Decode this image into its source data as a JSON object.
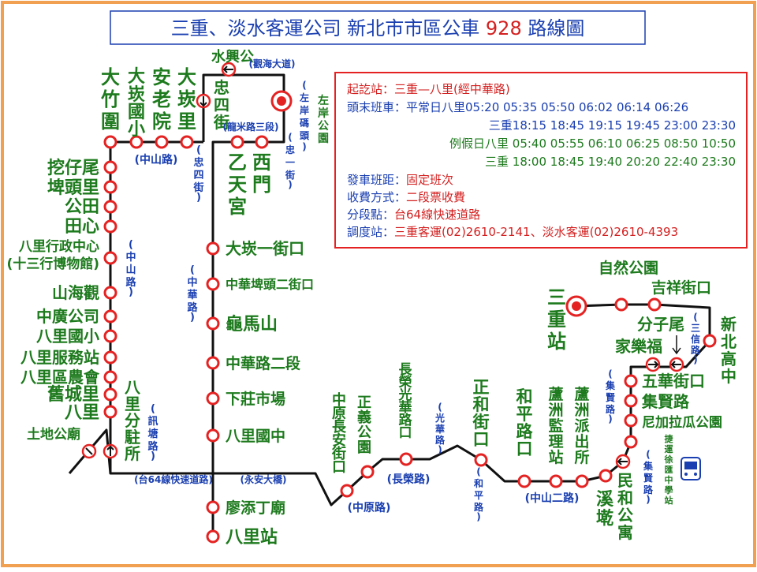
{
  "title": {
    "prefix": "三重、淡水客運公司  新北市市區公車 ",
    "number": "928",
    "suffix": " 路線圖"
  },
  "colors": {
    "stop": "#e52222",
    "station_label": "#1d7a1d",
    "road_label": "#1a3fb0",
    "frame": "#f0a050"
  },
  "info": {
    "start_end_label": "起訖站：",
    "start_end_value": "三重—八里(經中華路)",
    "first_last_label": "頭末班車：",
    "weekday_bali": "平常日八里05:20 05:35 05:50 06:02 06:14 06:26",
    "weekday_sanchong": "三重18:15 18:45 19:15 19:45 23:00 23:30",
    "holiday_bali": "例假日八里 05:40 05:55 06:10 06:25 08:50 10:50",
    "holiday_sanchong": "三重 18:00 18:45 19:40 20:20 22:40 23:30",
    "interval_label": "發車班距：",
    "interval_value": "固定班次",
    "fare_label": "收費方式：",
    "fare_value": "二段票收費",
    "section_label": "分段點：",
    "section_value": "台64線快速道路",
    "dispatch_label": "調度站：",
    "dispatch_value": "三重客運(02)2610-2141、淡水客運(02)2610-4393"
  },
  "stations": {
    "dazhuwei": "大竹圍",
    "dakanguoxiao": "大崁國小",
    "anlaoyuan": "安老院",
    "dakanli": "大崁里",
    "zhongsijie": "忠四街",
    "shuixinggong": "水興公",
    "zuoanmatou": "(左岸碼頭)",
    "zuoangongyuan": "左岸公園",
    "yitiangong": "乙天宮",
    "ximen": "西門",
    "wazaiwei": "挖仔尾",
    "pitouli": "埤頭里",
    "gongtian": "公田",
    "tianxin": "田心",
    "baliadmin1": "八里行政中心",
    "baliadmin2": "(十三行博物館)",
    "shanhaiguan": "山海觀",
    "zhongguangongsi": "中廣公司",
    "baliguoxiao": "八里國小",
    "balifuwuzhan": "八里服務站",
    "balinonghui": "八里區農會",
    "jiuchengli": "舊城里",
    "bali": "八里",
    "tudigongmiao": "土地公廟",
    "balifenzhusuo": "八里分駐所",
    "dakanyijiekou": "大崁一街口",
    "zhonghuapitou": "中華埤頭二街口",
    "guimashan": "龜馬山",
    "zhonghualu2": "中華路二段",
    "xiazhuang": "下莊市場",
    "baliguozhong": "八里國中",
    "liaotianding": "廖添丁廟",
    "balizhan": "八里站",
    "zhongyuanchangan": "中原長安街口",
    "zhengyigongyuan": "正義公園",
    "changrongguanghua": "長榮光華路口",
    "zhenghejiekou": "正和街口",
    "hepingkou": "和平路口",
    "luzhoujianli": "蘆洲監理站",
    "luzhoupaichu": "蘆洲派出所",
    "xikan": "溪墘",
    "minhegongyu": "民和公寓",
    "sanchongzhan": "三重站",
    "ziran": "自然公園",
    "jixiang": "吉祥街口",
    "xinbeigaozhong": "新北高中",
    "fenziwei": "分子尾",
    "jialefu": "家樂福",
    "wuhuajie": "五華街口",
    "jixianlu": "集賢路",
    "nijiagua": "尼加拉瓜公園",
    "jieyunxuhui": "捷運徐匯中學站"
  },
  "roads": {
    "guanhai": "(觀海大道)",
    "longmi": "(龍米路三段)",
    "zhongyi": "(忠一街)",
    "zhongshan_top": "(中山路)",
    "zhongsi_road": "(忠四街)",
    "zhongshan_left": "(中山路)",
    "zhonghua": "(中華路)",
    "xuntang": "(訊塘路)",
    "tai64": "(台64線快速道路)",
    "yongan": "(永安大橋)",
    "zhongyuan": "(中原路)",
    "changrong": "(長榮路)",
    "guanghua": "(光華路)",
    "heping": "(和平路)",
    "zhongshan2": "(中山二路)",
    "jixian_upper": "(集賢路)",
    "jixian_lower": "(集賢路)",
    "sanxin": "(三信路)"
  }
}
